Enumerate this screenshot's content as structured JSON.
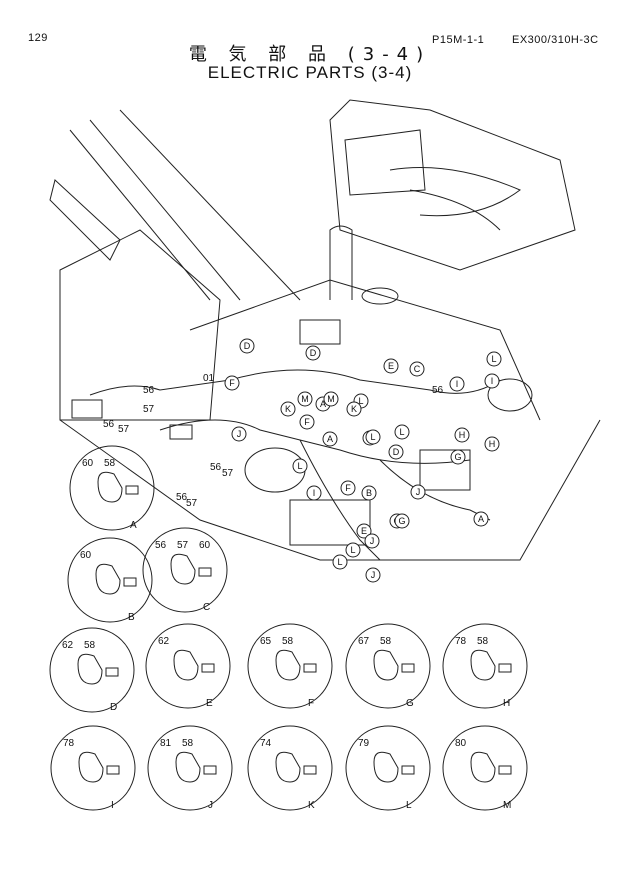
{
  "header": {
    "page_number": "129",
    "part_code": "P15M-1-1",
    "model": "EX300/310H-3C"
  },
  "title": {
    "japanese": "電 気 部 品 (3-4)",
    "english": "ELECTRIC PARTS (3-4)"
  },
  "main_drawing": {
    "harness_label": "01",
    "loose_parts": [
      "56",
      "57",
      "56",
      "57",
      "56",
      "57",
      "56",
      "57",
      "56"
    ],
    "callouts": [
      "D",
      "D",
      "F",
      "K",
      "M",
      "A",
      "M",
      "L",
      "E",
      "C",
      "L",
      "I",
      "H",
      "J",
      "F",
      "I",
      "A",
      "K",
      "L",
      "D",
      "L",
      "G",
      "B",
      "F",
      "G",
      "H",
      "J",
      "A",
      "E",
      "J",
      "L",
      "L",
      "L",
      "L",
      "J",
      "I",
      "G"
    ]
  },
  "detail_circles": [
    {
      "letter": "A",
      "parts": [
        "60",
        "58"
      ]
    },
    {
      "letter": "B",
      "parts": [
        "60"
      ]
    },
    {
      "letter": "C",
      "parts": [
        "56",
        "57",
        "60"
      ]
    },
    {
      "letter": "D",
      "parts": [
        "62",
        "58"
      ]
    },
    {
      "letter": "E",
      "parts": [
        "62"
      ]
    },
    {
      "letter": "F",
      "parts": [
        "65",
        "58"
      ]
    },
    {
      "letter": "G",
      "parts": [
        "67",
        "58"
      ]
    },
    {
      "letter": "H",
      "parts": [
        "78",
        "58"
      ]
    },
    {
      "letter": "I",
      "parts": [
        "78"
      ]
    },
    {
      "letter": "J",
      "parts": [
        "81",
        "58"
      ]
    },
    {
      "letter": "K",
      "parts": [
        "74"
      ]
    },
    {
      "letter": "L",
      "parts": [
        "79"
      ]
    },
    {
      "letter": "M",
      "parts": [
        "80"
      ]
    }
  ]
}
